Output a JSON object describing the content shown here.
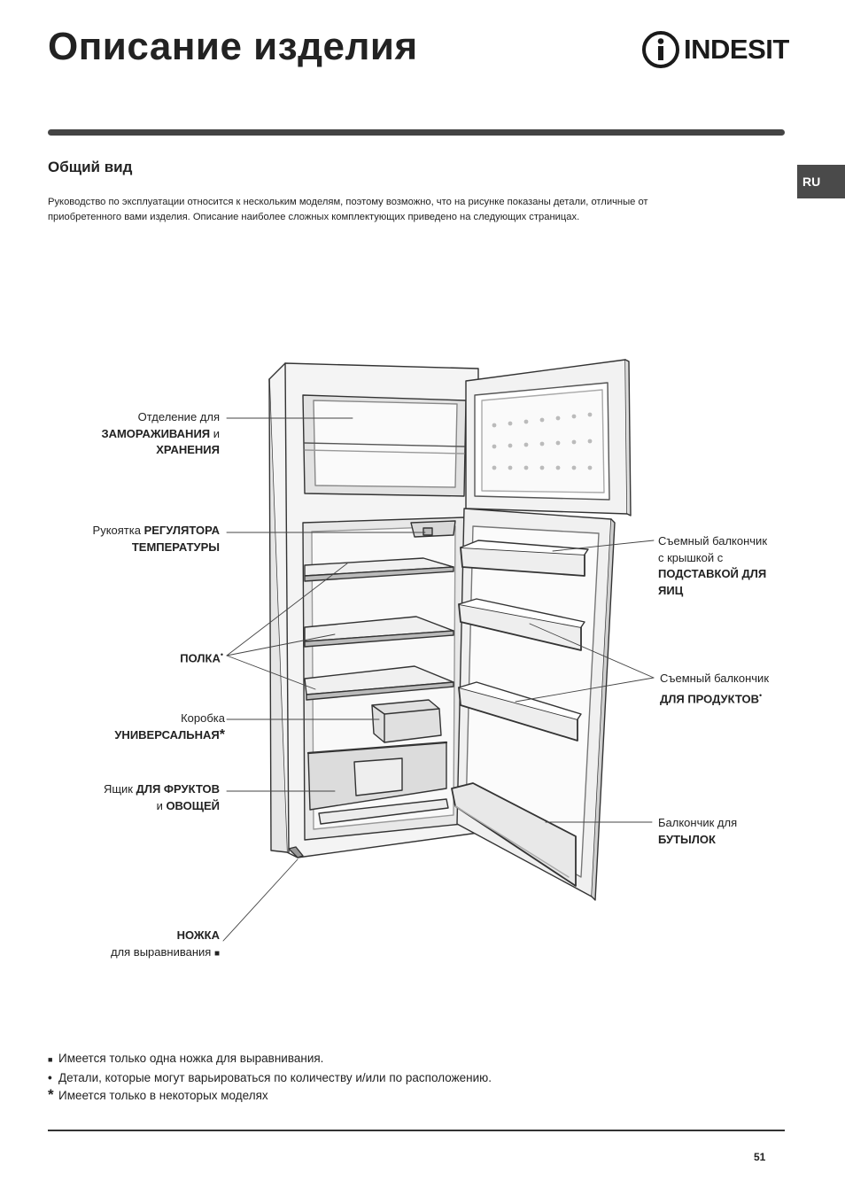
{
  "header": {
    "title": "Описание изделия",
    "brand": "INDESIT"
  },
  "side_tab": "RU",
  "section": {
    "subtitle": "Общий вид",
    "intro_line1": "Руководство по эксплуатации относится к нескольким моделям, поэтому возможно, что на рисунке показаны детали, отличные от",
    "intro_line2": "приобретенного вами изделия. Описание наиболее сложных комплектующих приведено на следующих страницах."
  },
  "labels": {
    "freezer": {
      "l1": "Отделение для",
      "l2a": "ЗАМОРАЖИВАНИЯ",
      "l2b": " и",
      "l3": "ХРАНЕНИЯ"
    },
    "thermostat": {
      "l1a": "Рукоятка ",
      "l1b": "РЕГУЛЯТОРА",
      "l2": "ТЕМПЕРАТУРЫ"
    },
    "shelf": {
      "l1": "ПОЛКА",
      "mark": "•"
    },
    "box": {
      "l1": "Коробка",
      "l2": "УНИВЕРСАЛЬНАЯ",
      "mark": "*"
    },
    "crisper": {
      "l1a": "Ящик ",
      "l1b": "ДЛЯ ФРУКТОВ",
      "l2a": "и ",
      "l2b": "ОВОЩЕЙ"
    },
    "foot": {
      "l1": "НОЖКА",
      "l2": "для выравнивания",
      "mark": "■"
    },
    "egg_rack": {
      "l1": "Съемный балкончик",
      "l2": "с крышкой с",
      "l3": "ПОДСТАВКОЙ ДЛЯ",
      "l4": "ЯИЦ"
    },
    "door_rack": {
      "l1": "Съемный балкончик",
      "l2": "ДЛЯ ПРОДУКТОВ",
      "mark": "•"
    },
    "bottle_rack": {
      "l1": "Балкончик для",
      "l2": "БУТЫЛОК"
    }
  },
  "notes": [
    {
      "symbol": "■",
      "text": "Имеется только одна ножка для выравнивания."
    },
    {
      "symbol": "•",
      "text": "Детали, которые могут варьироваться по количеству и/или по расположению."
    },
    {
      "symbol": "*",
      "text": "Имеется только в некоторых моделях"
    }
  ],
  "page_number": "51",
  "colors": {
    "rule": "#444444",
    "tab": "#4a4a4a",
    "text": "#222222"
  }
}
